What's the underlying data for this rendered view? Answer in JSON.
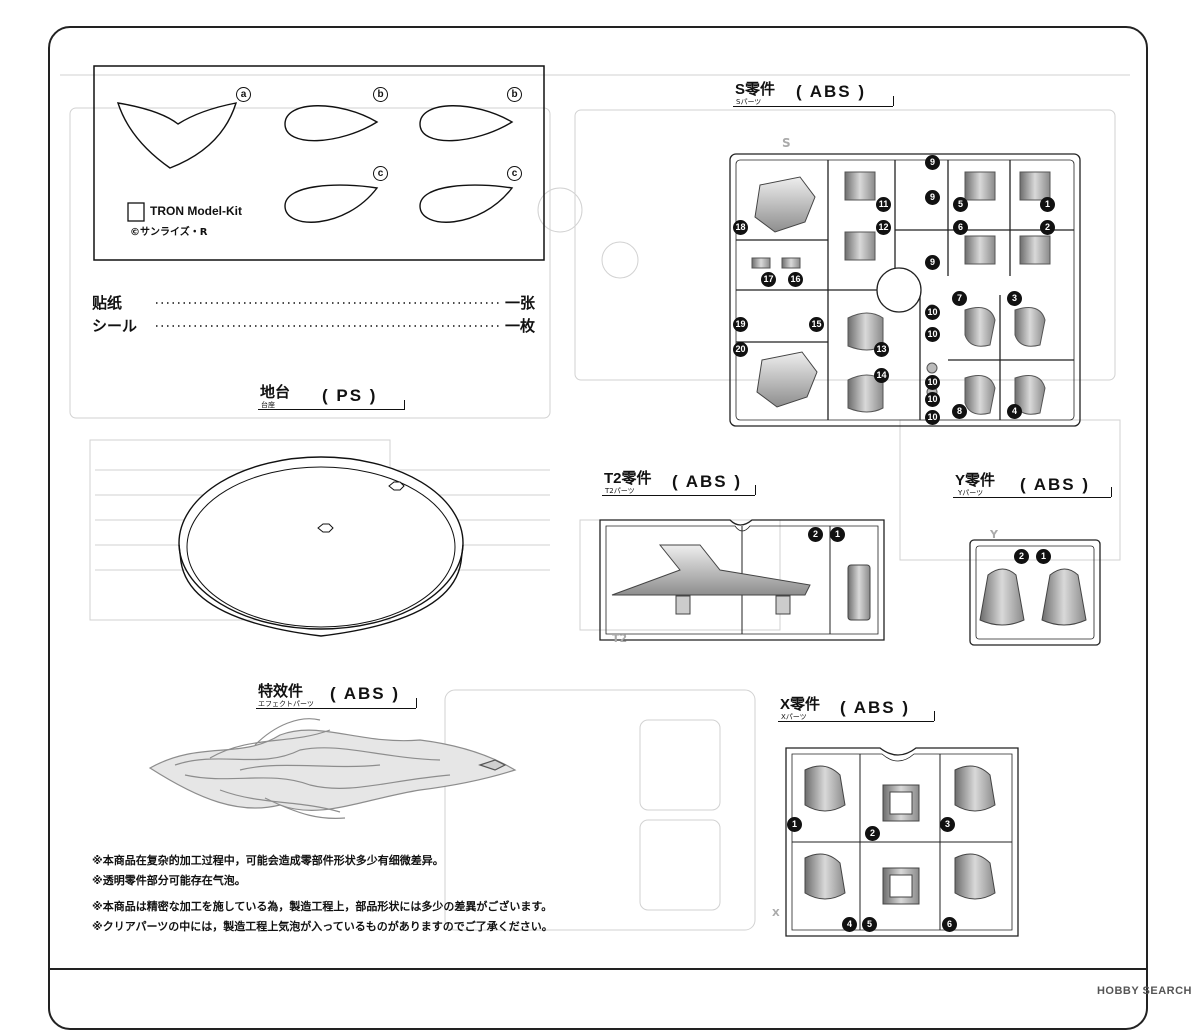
{
  "sticker": {
    "labels": [
      "ⓐ",
      "ⓑ",
      "ⓑ",
      "ⓒ",
      "ⓒ"
    ],
    "letters": [
      "a",
      "b",
      "b",
      "c",
      "c"
    ],
    "brand": "TRON Model-Kit",
    "copyright": "©サンライズ・R",
    "row1_label": "贴纸",
    "row1_count": "一张",
    "row2_label": "シール",
    "row2_count": "一枚"
  },
  "base": {
    "title": "地台",
    "subtitle": "台座",
    "material": "( PS )"
  },
  "effect": {
    "title": "特效件",
    "subtitle": "エフェクトパーツ",
    "material": "( ABS )"
  },
  "runner_s": {
    "title": "S零件",
    "subtitle": "Sパーツ",
    "material": "( ABS )",
    "tag": "S",
    "numbers": [
      "9",
      "9",
      "9",
      "5",
      "1",
      "6",
      "2",
      "11",
      "12",
      "18",
      "17",
      "16",
      "19",
      "15",
      "20",
      "13",
      "14",
      "10",
      "10",
      "10",
      "10",
      "10",
      "7",
      "3",
      "8",
      "4"
    ]
  },
  "runner_t2": {
    "title": "T2零件",
    "subtitle": "T2パーツ",
    "material": "( ABS )",
    "tag": "T2",
    "numbers": [
      "2",
      "1"
    ]
  },
  "runner_y": {
    "title": "Y零件",
    "subtitle": "Yパーツ",
    "material": "( ABS )",
    "tag": "Y",
    "numbers": [
      "2",
      "1"
    ]
  },
  "runner_x": {
    "title": "X零件",
    "subtitle": "Xパーツ",
    "material": "( ABS )",
    "tag": "X",
    "numbers": [
      "1",
      "2",
      "3",
      "4",
      "5",
      "6"
    ]
  },
  "notes": [
    "※本商品在复杂的加工过程中，可能会造成零部件形状多少有细微差异。",
    "※透明零件部分可能存在气泡。",
    "※本商品は精密な加工を施している為，製造工程上，部品形状には多少の差異がございます。",
    "※クリアパーツの中には，製造工程上気泡が入っているものがありますのでご了承ください。"
  ],
  "watermark": "HOBBY SEARCH",
  "colors": {
    "ink": "#111111",
    "ghost": "#c9c9c9",
    "part_grey": "#9a9a9a"
  }
}
